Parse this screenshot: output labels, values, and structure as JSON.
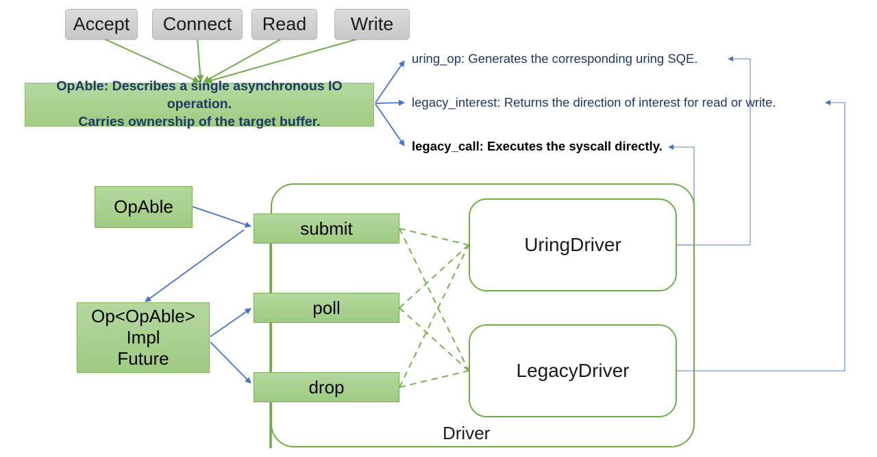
{
  "diagram": {
    "title_label": "Driver",
    "colors": {
      "green_fill": "#a9d08e",
      "green_stroke": "#70ad47",
      "gray_fill": "#d2d2d2",
      "gray_stroke": "#b4b4b4",
      "blue_arrow": "#4472c4",
      "navy_text": "#203864"
    },
    "op_buttons": [
      {
        "label": "Accept"
      },
      {
        "label": "Connect"
      },
      {
        "label": "Read"
      },
      {
        "label": "Write"
      }
    ],
    "description_box": {
      "line1": "OpAble: Describes a single asynchronous IO operation.",
      "line2": "Carries ownership of the target buffer."
    },
    "notes": [
      {
        "text": "uring_op: Generates the corresponding uring SQE.",
        "emphasis": "normal"
      },
      {
        "text": "legacy_interest: Returns the direction of interest for read or write.",
        "emphasis": "normal"
      },
      {
        "text": "legacy_call: Executes the syscall directly.",
        "emphasis": "strong"
      }
    ],
    "left_nodes": [
      {
        "label": "OpAble"
      },
      {
        "line1": "Op<OpAble>",
        "line2": "Impl",
        "line3": "Future"
      }
    ],
    "methods": [
      {
        "label": "submit"
      },
      {
        "label": "poll"
      },
      {
        "label": "drop"
      }
    ],
    "drivers": [
      {
        "label": "UringDriver"
      },
      {
        "label": "LegacyDriver"
      }
    ]
  }
}
